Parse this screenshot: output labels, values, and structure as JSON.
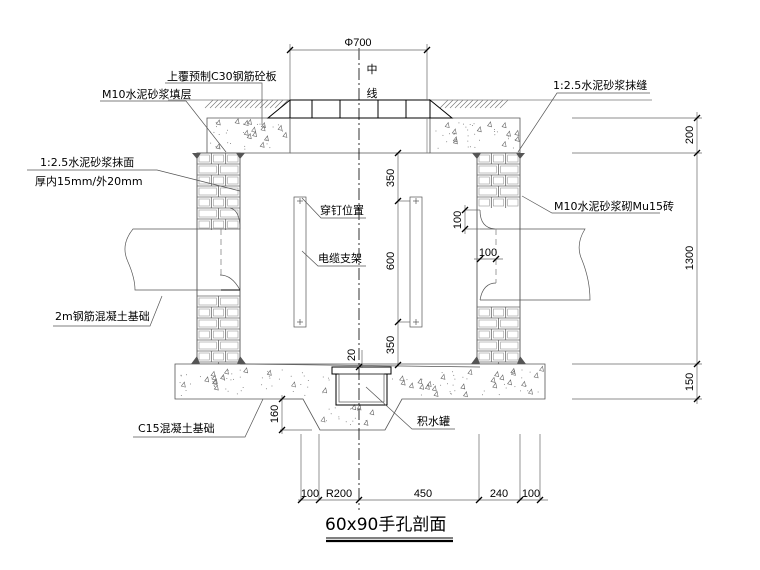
{
  "title": "60x90手孔剖面",
  "labels": {
    "cover_slab": "上覆预制C30钢筋砼板",
    "fill_layer": "M10水泥砂浆填层",
    "plaster_face_1": "1:2.5水泥砂浆抹面",
    "plaster_face_2": "厚内15mm/外20mm",
    "base_slab": "2m钢筋混凝土基础",
    "c15_base": "C15混凝土基础",
    "joint_plaster": "1:2.5水泥砂浆抹缝",
    "brick_wall": "M10水泥砂浆砌Mu15砖",
    "nail_position": "穿钉位置",
    "cable_rack": "电缆支架",
    "sump": "积水罐",
    "centerline_1": "中",
    "centerline_2": "线"
  },
  "dimensions": {
    "diameter": "Φ700",
    "cover_thickness": "200",
    "wall_height": "1300",
    "base_thickness": "150",
    "rack_top": "350",
    "rack_length": "600",
    "rack_bottom": "350",
    "sump_offset": "20",
    "pipe_gap_v": "100",
    "pipe_gap_h": "100",
    "sump_depth": "160",
    "bottom": [
      "100",
      "R200",
      "450",
      "240",
      "100"
    ]
  },
  "colors": {
    "line": "#000000",
    "fillet": "#555555",
    "background": "#ffffff"
  }
}
